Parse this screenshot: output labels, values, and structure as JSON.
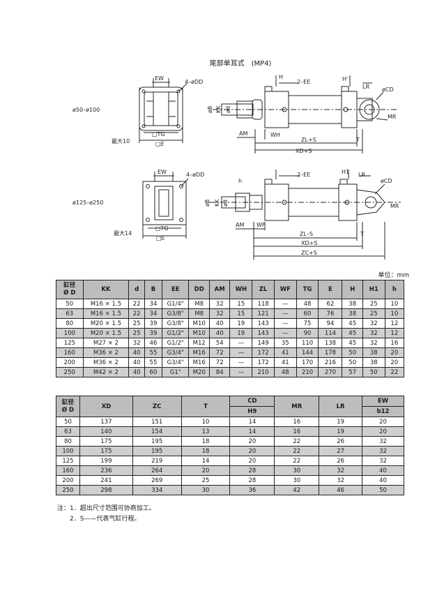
{
  "title": "尾部单耳式　(MP4)",
  "unit": "单位：mm",
  "drawing": {
    "top": {
      "range": "ø50–ø100",
      "max": "最大10",
      "ew": "EW",
      "dd": "4–øDD",
      "tg": "□TG",
      "e": "□E",
      "h": "H",
      "h1": "H'",
      "ee": "2–EE",
      "lr": "LR",
      "cd": "øCD",
      "mr": "MR",
      "b": "øB",
      "kk": "KK",
      "d": "ød",
      "am": "AM",
      "wh": "WH",
      "zl": "ZL+S",
      "t": "T",
      "xd": "XD+S"
    },
    "bottom": {
      "range": "ø125–ø250",
      "max": "最大14",
      "ew": "EW",
      "dd": "4–øDD",
      "tg": "□TG",
      "e": "□E",
      "h": "h",
      "h1": "H1",
      "ee": "2–EE",
      "lr": "LR",
      "cd": "øCD",
      "mr": "MR",
      "b": "øB",
      "kk": "KK",
      "d": "ød",
      "am": "AM",
      "wf": "WF",
      "zl": "ZL–S",
      "t": "T",
      "xd": "XD+S",
      "zc": "ZC+S"
    }
  },
  "table1": {
    "headers": [
      "缸径\nØ D",
      "KK",
      "d",
      "B",
      "EE",
      "DD",
      "AM",
      "WH",
      "ZL",
      "WF",
      "TG",
      "E",
      "H",
      "H1",
      "h"
    ],
    "rows": [
      [
        "50",
        "M16 × 1.5",
        "22",
        "34",
        "G1/4\"",
        "M8",
        "32",
        "15",
        "118",
        "—",
        "48",
        "62",
        "38",
        "25",
        "10"
      ],
      [
        "63",
        "M16 × 1.5",
        "22",
        "34",
        "G3/8\"",
        "M8",
        "32",
        "15",
        "121",
        "—",
        "60",
        "76",
        "38",
        "25",
        "10"
      ],
      [
        "80",
        "M20 × 1.5",
        "25",
        "39",
        "G3/8\"",
        "M10",
        "40",
        "19",
        "143",
        "—",
        "75",
        "94",
        "45",
        "32",
        "12"
      ],
      [
        "100",
        "M20 × 1.5",
        "25",
        "39",
        "G1/2\"",
        "M10",
        "40",
        "19",
        "143",
        "—",
        "90",
        "114",
        "45",
        "32",
        "12"
      ],
      [
        "125",
        "M27 × 2",
        "32",
        "46",
        "G1/2\"",
        "M12",
        "54",
        "—",
        "149",
        "35",
        "110",
        "138",
        "45",
        "32",
        "16"
      ],
      [
        "160",
        "M36 × 2",
        "40",
        "55",
        "G3/4\"",
        "M16",
        "72",
        "—",
        "172",
        "41",
        "144",
        "178",
        "50",
        "38",
        "20"
      ],
      [
        "200",
        "M36 × 2",
        "40",
        "55",
        "G3/4\"",
        "M16",
        "72",
        "—",
        "172",
        "41",
        "170",
        "216",
        "50",
        "38",
        "20"
      ],
      [
        "250",
        "M42 × 2",
        "40",
        "60",
        "G1\"",
        "M20",
        "84",
        "—",
        "210",
        "48",
        "210",
        "270",
        "57",
        "50",
        "22"
      ]
    ]
  },
  "table2": {
    "headers": [
      "缸径\nØ D",
      "XD",
      "ZC",
      "T",
      "CD",
      "MR",
      "LR",
      "EW"
    ],
    "subheaders": {
      "cd": "H9",
      "ew": "b12"
    },
    "rows": [
      [
        "50",
        "137",
        "151",
        "10",
        "14",
        "16",
        "19",
        "20"
      ],
      [
        "63",
        "140",
        "154",
        "13",
        "14",
        "16",
        "19",
        "20"
      ],
      [
        "80",
        "175",
        "195",
        "18",
        "20",
        "22",
        "26",
        "32"
      ],
      [
        "100",
        "175",
        "195",
        "18",
        "20",
        "22",
        "27",
        "32"
      ],
      [
        "125",
        "199",
        "219",
        "14",
        "20",
        "22",
        "26",
        "32"
      ],
      [
        "160",
        "236",
        "264",
        "20",
        "28",
        "30",
        "32",
        "40"
      ],
      [
        "200",
        "241",
        "269",
        "25",
        "28",
        "30",
        "32",
        "40"
      ],
      [
        "250",
        "298",
        "334",
        "30",
        "36",
        "42",
        "46",
        "50"
      ]
    ]
  },
  "notes": [
    "注：1．超出尺寸范围可协商加工。",
    "　　2．S——代表气缸行程。"
  ]
}
